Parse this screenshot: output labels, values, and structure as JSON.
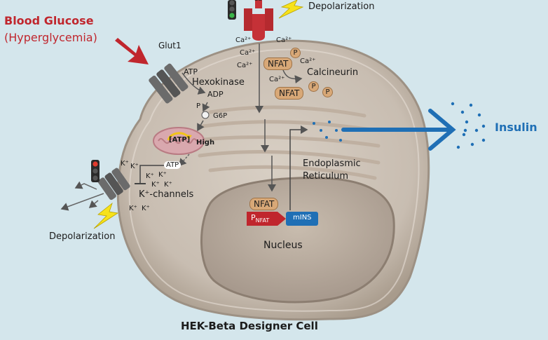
{
  "colors": {
    "background": "#d4e6ec",
    "cell": "#c9bfb4",
    "nucleus": "#b9ab9c",
    "red": "#c0262d",
    "blue": "#1f6fb5",
    "nfat": "#d8a877",
    "lightning": "#f7e21a"
  },
  "glucose": {
    "line1": "Blood Glucose",
    "line2": "(Hyperglycemia)"
  },
  "transporter": {
    "glut": "Glut1"
  },
  "metabolism": {
    "atp": "ATP",
    "hexokinase": "Hexokinase",
    "adp": "ADP",
    "phosphate": "P",
    "g6p": "G6P",
    "atp_mito": "[ATP]",
    "high": "High",
    "atp_inhibit": "ATP"
  },
  "channels": {
    "k_channels": "K⁺-channels",
    "k_ion": "K⁺"
  },
  "depolarization": {
    "bottom": "Depolarization",
    "top": "Depolarization"
  },
  "calcium": {
    "ion": "Ca²⁺"
  },
  "signaling": {
    "nfat": "NFAT",
    "p": "P",
    "calcineurin": "Calcineurin"
  },
  "organelles": {
    "er_line1": "Endoplasmic",
    "er_line2": "Reticulum",
    "nucleus": "Nucleus"
  },
  "gene": {
    "promoter": "P",
    "promoter_sub": "NFAT",
    "mins": "mINS"
  },
  "output": {
    "insulin": "Insulin"
  },
  "footer": {
    "title": "HEK-Beta Designer Cell"
  },
  "icons": [
    "traffic-light-icon",
    "lightning-icon",
    "arrow-icon"
  ]
}
